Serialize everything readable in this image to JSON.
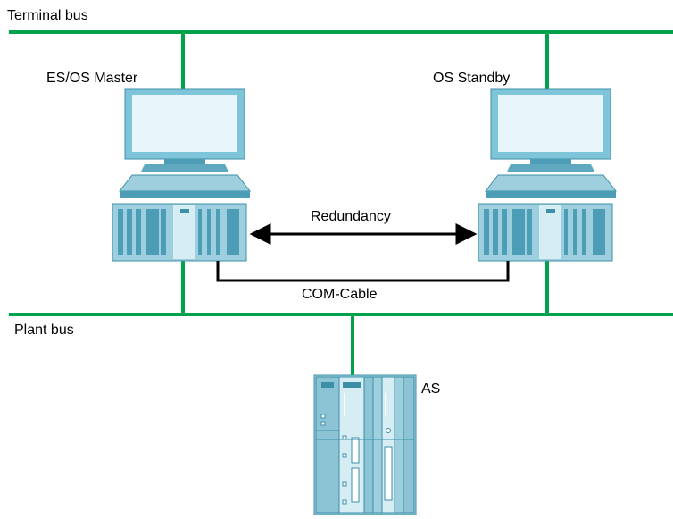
{
  "diagram": {
    "buses": {
      "terminal_bus_label": "Terminal bus",
      "plant_bus_label": "Plant bus"
    },
    "stations": {
      "master_label": "ES/OS Master",
      "standby_label": "OS Standby"
    },
    "links": {
      "redundancy_label": "Redundancy",
      "com_cable_label": "COM-Cable"
    },
    "controller": {
      "as_label": "AS"
    }
  },
  "colors": {
    "bus_line": "#00a24b",
    "screen": "#e8f6fb",
    "monitor_frame": "#7fc5da",
    "monitor_dark": "#3c8fa7",
    "pc_body": "#9ecfdf",
    "pc_dark": "#4e9db6",
    "cable": "#000000"
  }
}
